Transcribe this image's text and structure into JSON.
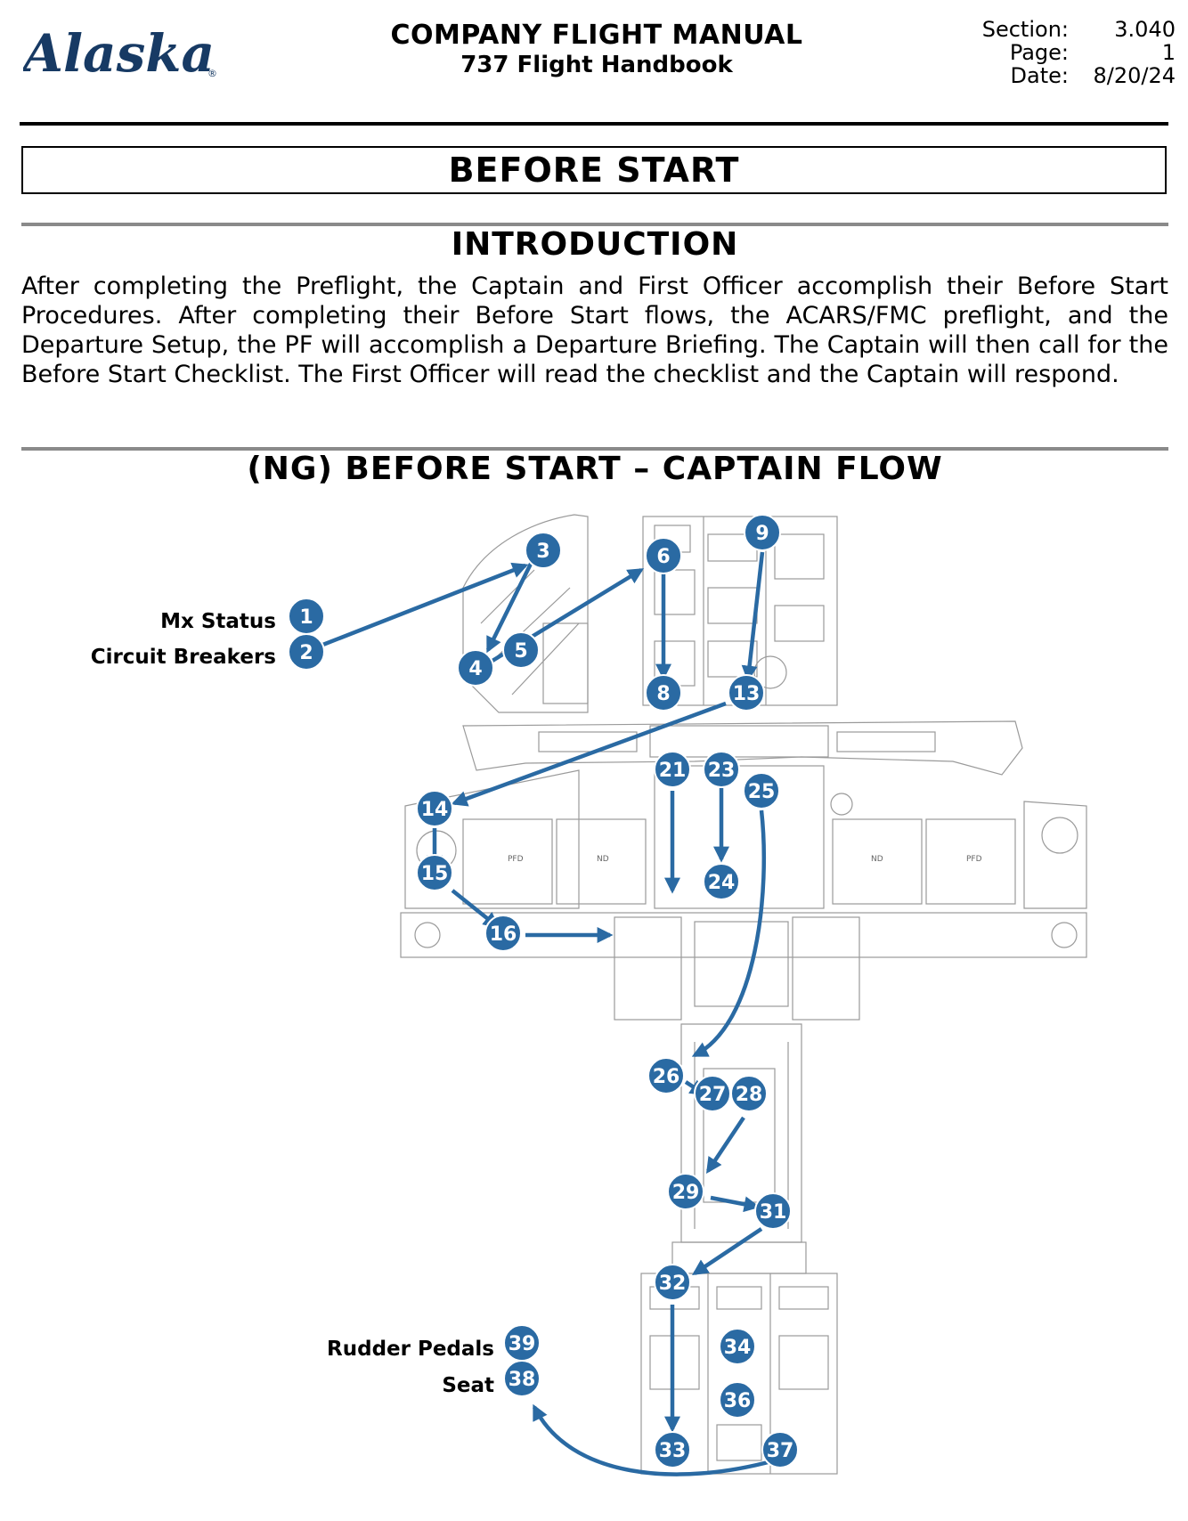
{
  "header": {
    "logo_text": "Alaska",
    "manual_title": "COMPANY FLIGHT MANUAL",
    "manual_subtitle": "737 Flight Handbook",
    "section_label": "Section:",
    "section_value": "3.040",
    "page_label": "Page:",
    "page_value": "1",
    "date_label": "Date:",
    "date_value": "8/20/24"
  },
  "title": "BEFORE START",
  "introduction": {
    "heading": "INTRODUCTION",
    "text": "After completing the Preflight, the Captain and First Officer accomplish their Before Start Procedures. After completing their Before Start flows, the ACARS/FMC preflight, and the Departure Setup, the PF will accomplish a Departure Briefing. The Captain will then call for the Before Start Checklist. The First Officer will read the checklist and the Captain will respond."
  },
  "flow": {
    "heading": "(NG) BEFORE START – CAPTAIN FLOW",
    "side_labels": {
      "mx_status": "Mx Status",
      "circuit_breakers": "Circuit Breakers",
      "rudder_pedals": "Rudder Pedals",
      "seat": "Seat"
    },
    "panel_labels": {
      "pfd": "PFD",
      "nd": "ND"
    },
    "step_numbers": [
      "1",
      "2",
      "3",
      "4",
      "5",
      "6",
      "8",
      "9",
      "13",
      "14",
      "15",
      "16",
      "21",
      "23",
      "24",
      "25",
      "26",
      "27",
      "28",
      "29",
      "31",
      "32",
      "33",
      "34",
      "36",
      "37",
      "38",
      "39"
    ]
  },
  "colors": {
    "marker": "#2a6aa3",
    "arrow": "#2a6aa3",
    "logo": "#173a64",
    "panel_line": "#9a9a9a"
  }
}
